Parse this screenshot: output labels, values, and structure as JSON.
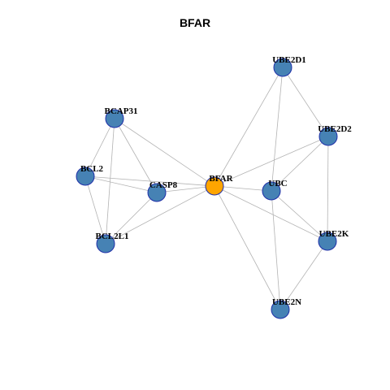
{
  "title": "BFAR",
  "colors": {
    "hub_fill": "#ffa500",
    "node_fill": "#4682b4",
    "node_stroke": "#1f2fa8",
    "edge": "#b3b3b3"
  },
  "nodes": [
    {
      "id": "BFAR",
      "hub": true
    },
    {
      "id": "UBE2D1"
    },
    {
      "id": "UBE2D2"
    },
    {
      "id": "BCAP31"
    },
    {
      "id": "BCL2"
    },
    {
      "id": "CASP8"
    },
    {
      "id": "UBC"
    },
    {
      "id": "BCL2L1"
    },
    {
      "id": "UBE2K"
    },
    {
      "id": "UBE2N"
    }
  ],
  "edges": [
    [
      "BFAR",
      "UBE2D1"
    ],
    [
      "BFAR",
      "UBE2D2"
    ],
    [
      "BFAR",
      "BCAP31"
    ],
    [
      "BFAR",
      "BCL2"
    ],
    [
      "BFAR",
      "CASP8"
    ],
    [
      "BFAR",
      "UBC"
    ],
    [
      "BFAR",
      "BCL2L1"
    ],
    [
      "BFAR",
      "UBE2K"
    ],
    [
      "BFAR",
      "UBE2N"
    ],
    [
      "UBE2D1",
      "UBE2D2"
    ],
    [
      "UBE2D1",
      "UBC"
    ],
    [
      "UBE2D2",
      "UBC"
    ],
    [
      "UBE2D2",
      "UBE2K"
    ],
    [
      "UBC",
      "UBE2K"
    ],
    [
      "UBC",
      "UBE2N"
    ],
    [
      "UBE2K",
      "UBE2N"
    ],
    [
      "BCAP31",
      "BCL2"
    ],
    [
      "BCAP31",
      "CASP8"
    ],
    [
      "BCAP31",
      "BCL2L1"
    ],
    [
      "BCL2",
      "CASP8"
    ],
    [
      "BCL2",
      "BCL2L1"
    ],
    [
      "CASP8",
      "BCL2L1"
    ]
  ]
}
